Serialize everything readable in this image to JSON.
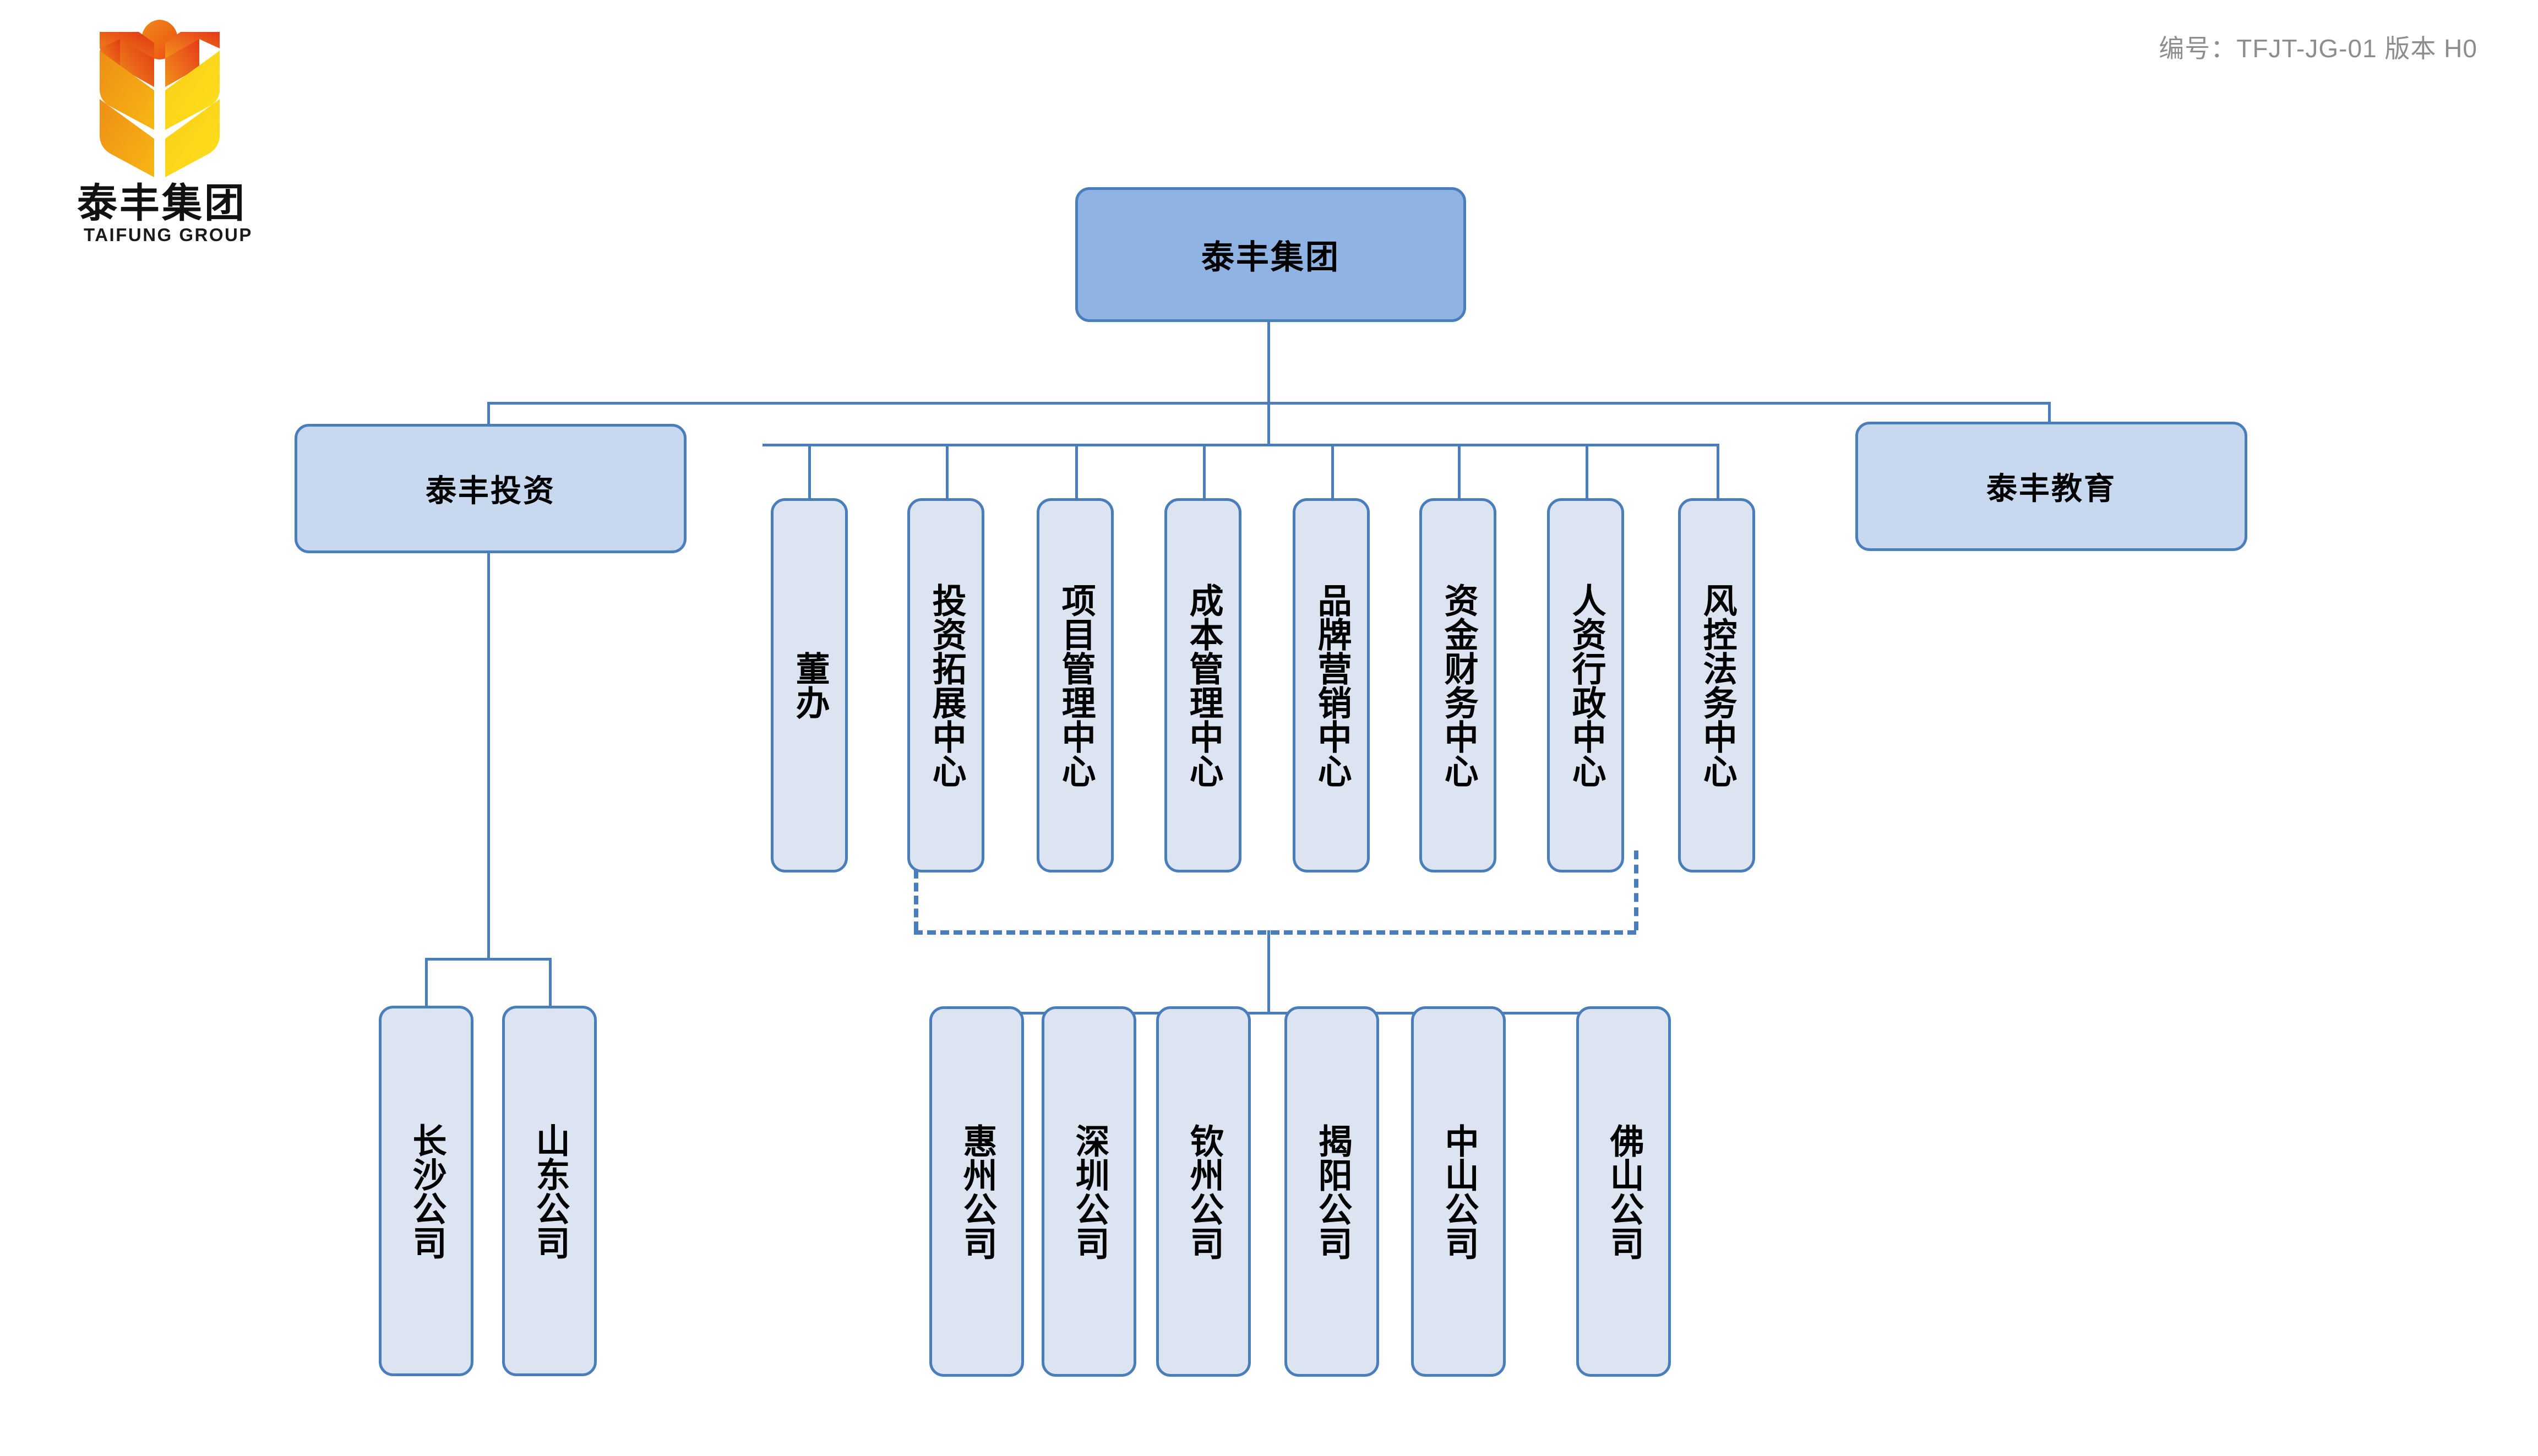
{
  "header": {
    "doc_code_label": "编号：TFJT-JG-01  版本 H0"
  },
  "logo": {
    "name_cn": "泰丰集团",
    "name_en": "TAIFUNG GROUP",
    "mark_colors": {
      "dot": "#EE5A24",
      "left_upper": "#E8431E",
      "right_upper": "#F07020",
      "left_lower": "#F2A213",
      "right_lower": "#FBD71B"
    }
  },
  "colors": {
    "line": "#4A7EBB",
    "root_fill": "#8FB4E3",
    "division_fill": "#C7D8EF",
    "unit_fill": "#DCE4F1",
    "border": "#4A7EBB",
    "header_text": "#8D8D8D"
  },
  "chart": {
    "root": {
      "label": "泰丰集团"
    },
    "divisions": [
      {
        "label": "泰丰投资",
        "side": "left"
      },
      {
        "label": "泰丰教育",
        "side": "right"
      }
    ],
    "departments": [
      {
        "label": "董办"
      },
      {
        "label": "投资拓展中心"
      },
      {
        "label": "项目管理中心"
      },
      {
        "label": "成本管理中心"
      },
      {
        "label": "品牌营销中心"
      },
      {
        "label": "资金财务中心"
      },
      {
        "label": "人资行政中心"
      },
      {
        "label": "风控法务中心"
      }
    ],
    "project_companies": [
      {
        "label": "惠州公司"
      },
      {
        "label": "深圳公司"
      },
      {
        "label": "钦州公司"
      },
      {
        "label": "揭阳公司"
      },
      {
        "label": "中山公司"
      },
      {
        "label": "佛山公司"
      }
    ],
    "investment_companies": [
      {
        "label": "长沙公司"
      },
      {
        "label": "山东公司"
      }
    ]
  }
}
